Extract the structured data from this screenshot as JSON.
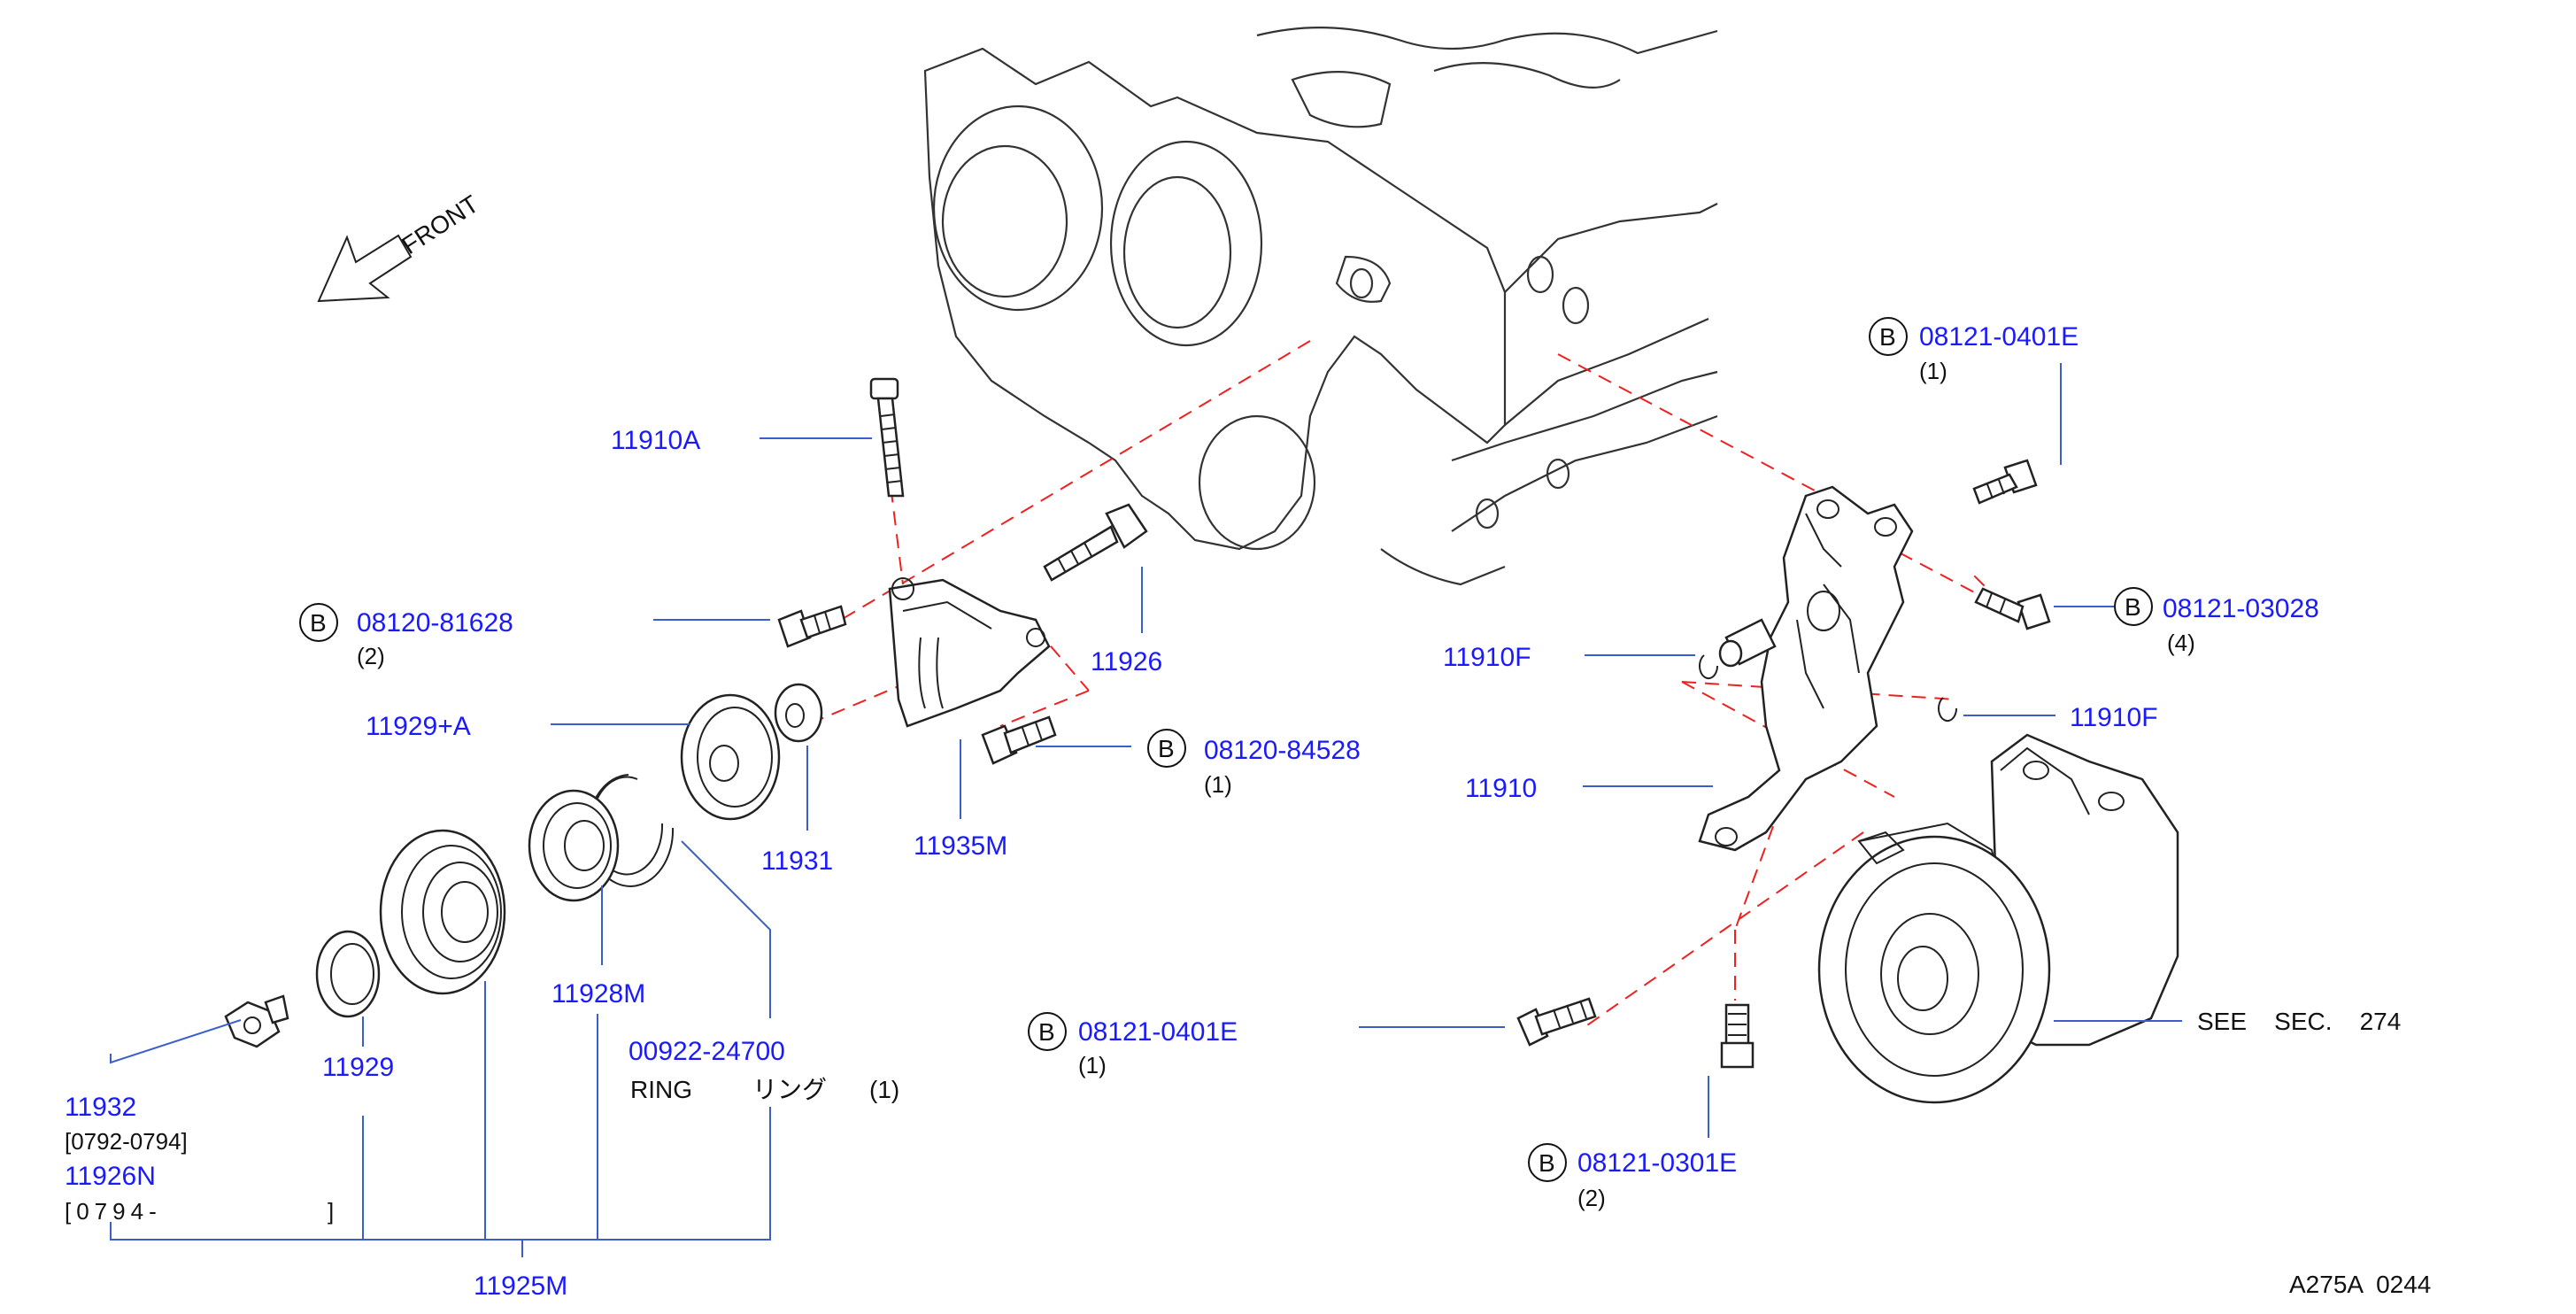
{
  "front_label": "FRONT",
  "diagram_id": "A275A  0244",
  "bolt_marker": "B",
  "labels": {
    "p11910A": "11910A",
    "p11926": "11926",
    "p08120_81628": "08120-81628",
    "p08120_81628_qty": "(2)",
    "p11929A": "11929+A",
    "p11931": "11931",
    "p11935M": "11935M",
    "p08120_84528": "08120-84528",
    "p08120_84528_qty": "(1)",
    "p11928M": "11928M",
    "p00922_24700": "00922-24700",
    "ring_text": "RING",
    "ring_jp": "リング",
    "ring_qty": "(1)",
    "p11929": "11929",
    "p11932": "11932",
    "p11932_range": "[0792-0794]",
    "p11926N": "11926N",
    "p11926N_range_open": "[0794-",
    "p11926N_range_close": "]",
    "p11925M": "11925M",
    "p08121_0401E_top": "08121-0401E",
    "p08121_0401E_top_qty": "(1)",
    "p08121_03028": "08121-03028",
    "p08121_03028_qty": "(4)",
    "p11910F_left": "11910F",
    "p11910F_right": "11910F",
    "p11910": "11910",
    "p08121_0401E_bottom": "08121-0401E",
    "p08121_0401E_bottom_qty": "(1)",
    "p08121_0301E": "08121-0301E",
    "p08121_0301E_qty": "(2)",
    "see_sec": "SEE    SEC.    274"
  },
  "colors": {
    "part_number": "#1a1aff",
    "leader_line": "#3a5fcc",
    "alignment_dash": "#ee2020",
    "drawing": "#222222"
  }
}
